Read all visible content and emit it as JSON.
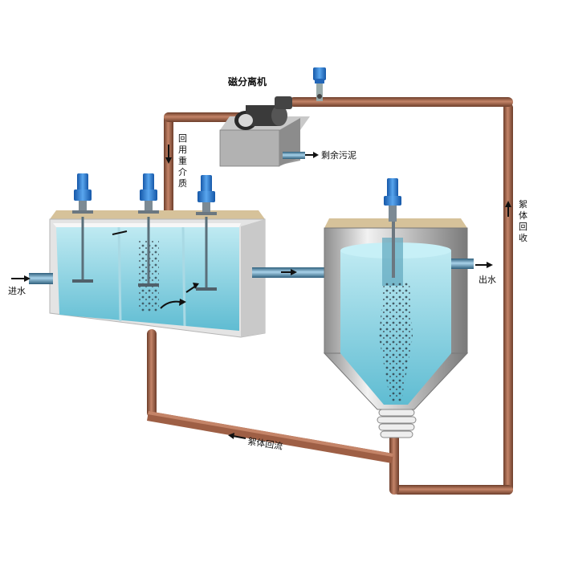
{
  "labels": {
    "magnetic_separator": "磁分离机",
    "returned_medium": [
      "回",
      "用",
      "重",
      "介",
      "质"
    ],
    "excess_sludge": "剩余污泥",
    "floc_recovery": [
      "絮",
      "体",
      "回",
      "收"
    ],
    "inlet": "进水",
    "outlet": "出水",
    "floc_return": "絮体回流"
  },
  "colors": {
    "pipe": "#a86a4e",
    "pipe_dark": "#6d3e2b",
    "water": "#7fd0e0",
    "tank_wall": "#e9e9e9",
    "motor": "#2b7fd6",
    "arrow": "#111111"
  }
}
